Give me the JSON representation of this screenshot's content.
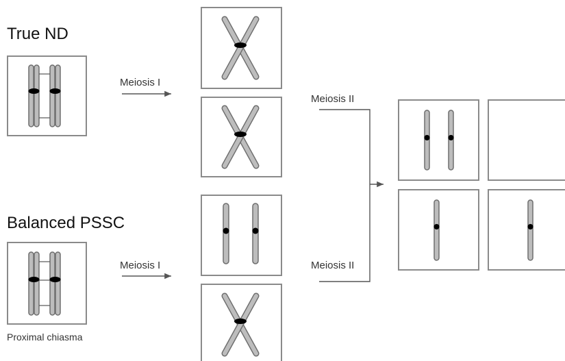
{
  "labels": {
    "true_nd": "True ND",
    "balanced_pssc": "Balanced PSSC",
    "meiosis_1_top": "Meiosis I",
    "meiosis_1_bottom": "Meiosis I",
    "meiosis_2_top": "Meiosis II",
    "meiosis_2_bottom": "Meiosis II",
    "proximal_chiasma": "Proximal chiasma"
  }
}
